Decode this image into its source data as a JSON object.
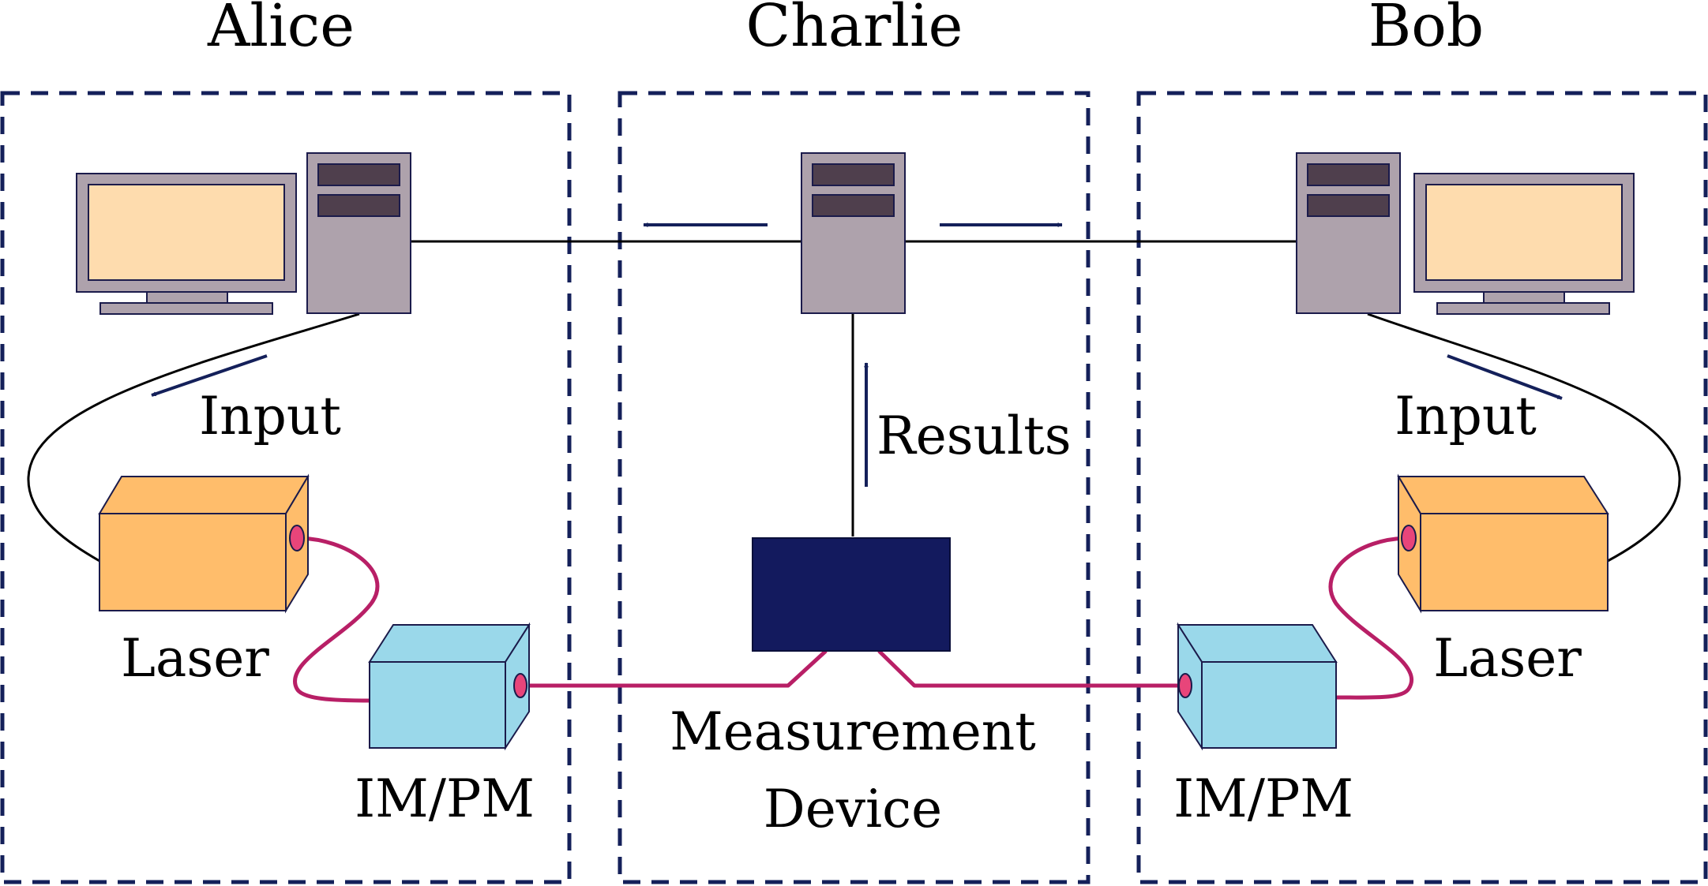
{
  "parties": {
    "alice": "Alice",
    "charlie": "Charlie",
    "bob": "Bob"
  },
  "labels": {
    "alice_input": "Input",
    "alice_laser": "Laser",
    "alice_modulator": "IM/PM",
    "charlie_results": "Results",
    "charlie_device_line1": "Measurement",
    "charlie_device_line2": "Device",
    "bob_input": "Input",
    "bob_laser": "Laser",
    "bob_modulator": "IM/PM"
  },
  "colors": {
    "region_border": "#14205a",
    "arrow": "#14205a",
    "monitor_frame": "#aea2ac",
    "monitor_screen": "#fedcae",
    "tower_body": "#aea2ac",
    "drive_bay": "#4f3f4d",
    "laser_body": "#ffbd6b",
    "modulator_body": "#9ad8ea",
    "measurement_device": "#131a5e",
    "fiber": "#b81f66",
    "port": "#e8457a"
  },
  "icons": {
    "computer": "desktop-computer-icon",
    "server": "server-tower-icon",
    "laser": "laser-box-icon",
    "modulator": "modulator-box-icon"
  }
}
